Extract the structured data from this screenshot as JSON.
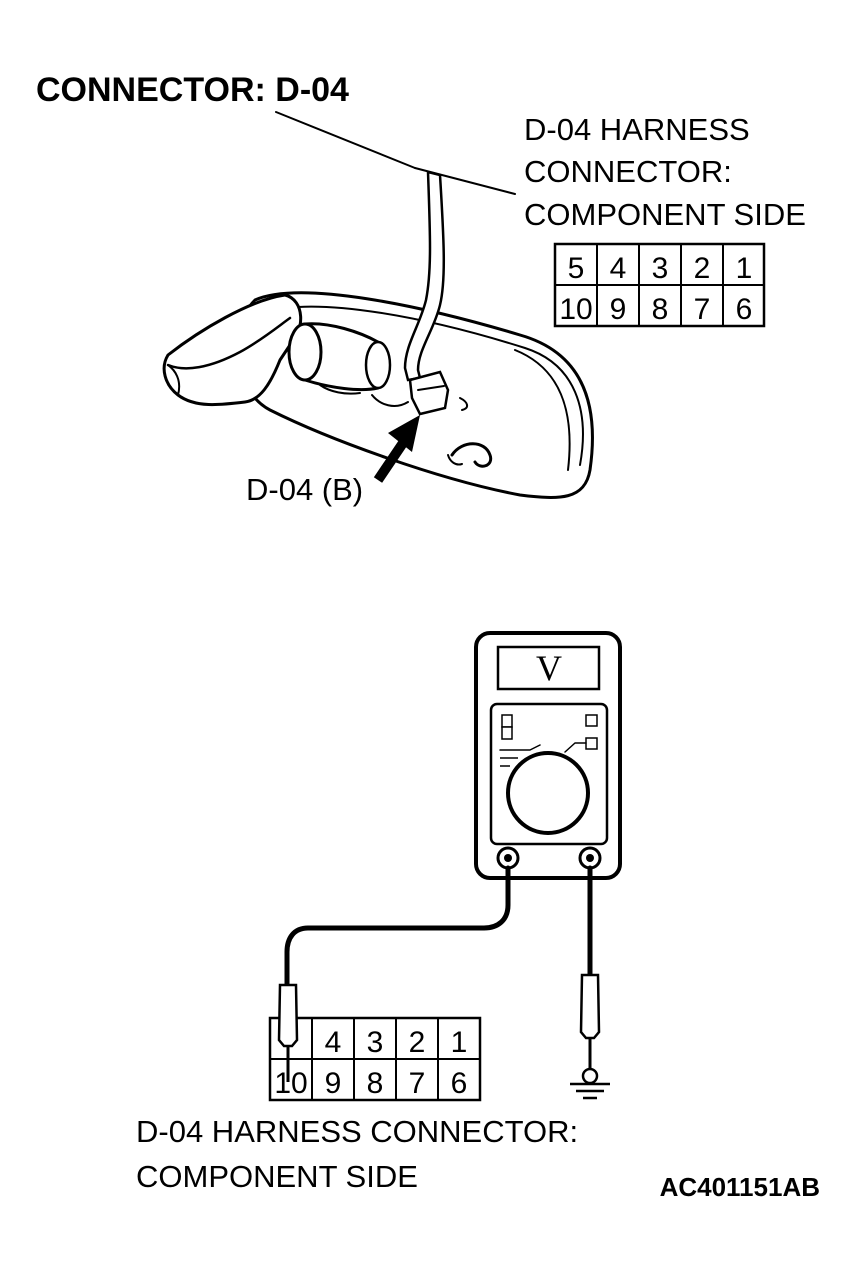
{
  "title": "CONNECTOR: D-04",
  "top_connector": {
    "caption_lines": [
      "D-04 HARNESS",
      "CONNECTOR:",
      "COMPONENT SIDE"
    ],
    "row1": [
      "5",
      "4",
      "3",
      "2",
      "1"
    ],
    "row2": [
      "10",
      "9",
      "8",
      "7",
      "6"
    ]
  },
  "arrow_label": "D-04 (B)",
  "meter": {
    "display": "V"
  },
  "bottom_connector": {
    "row1": [
      "",
      "4",
      "3",
      "2",
      "1"
    ],
    "row2": [
      "10",
      "9",
      "8",
      "7",
      "6"
    ],
    "caption_lines": [
      "D-04 HARNESS CONNECTOR:",
      "COMPONENT SIDE"
    ]
  },
  "figure_code": "AC401151AB"
}
